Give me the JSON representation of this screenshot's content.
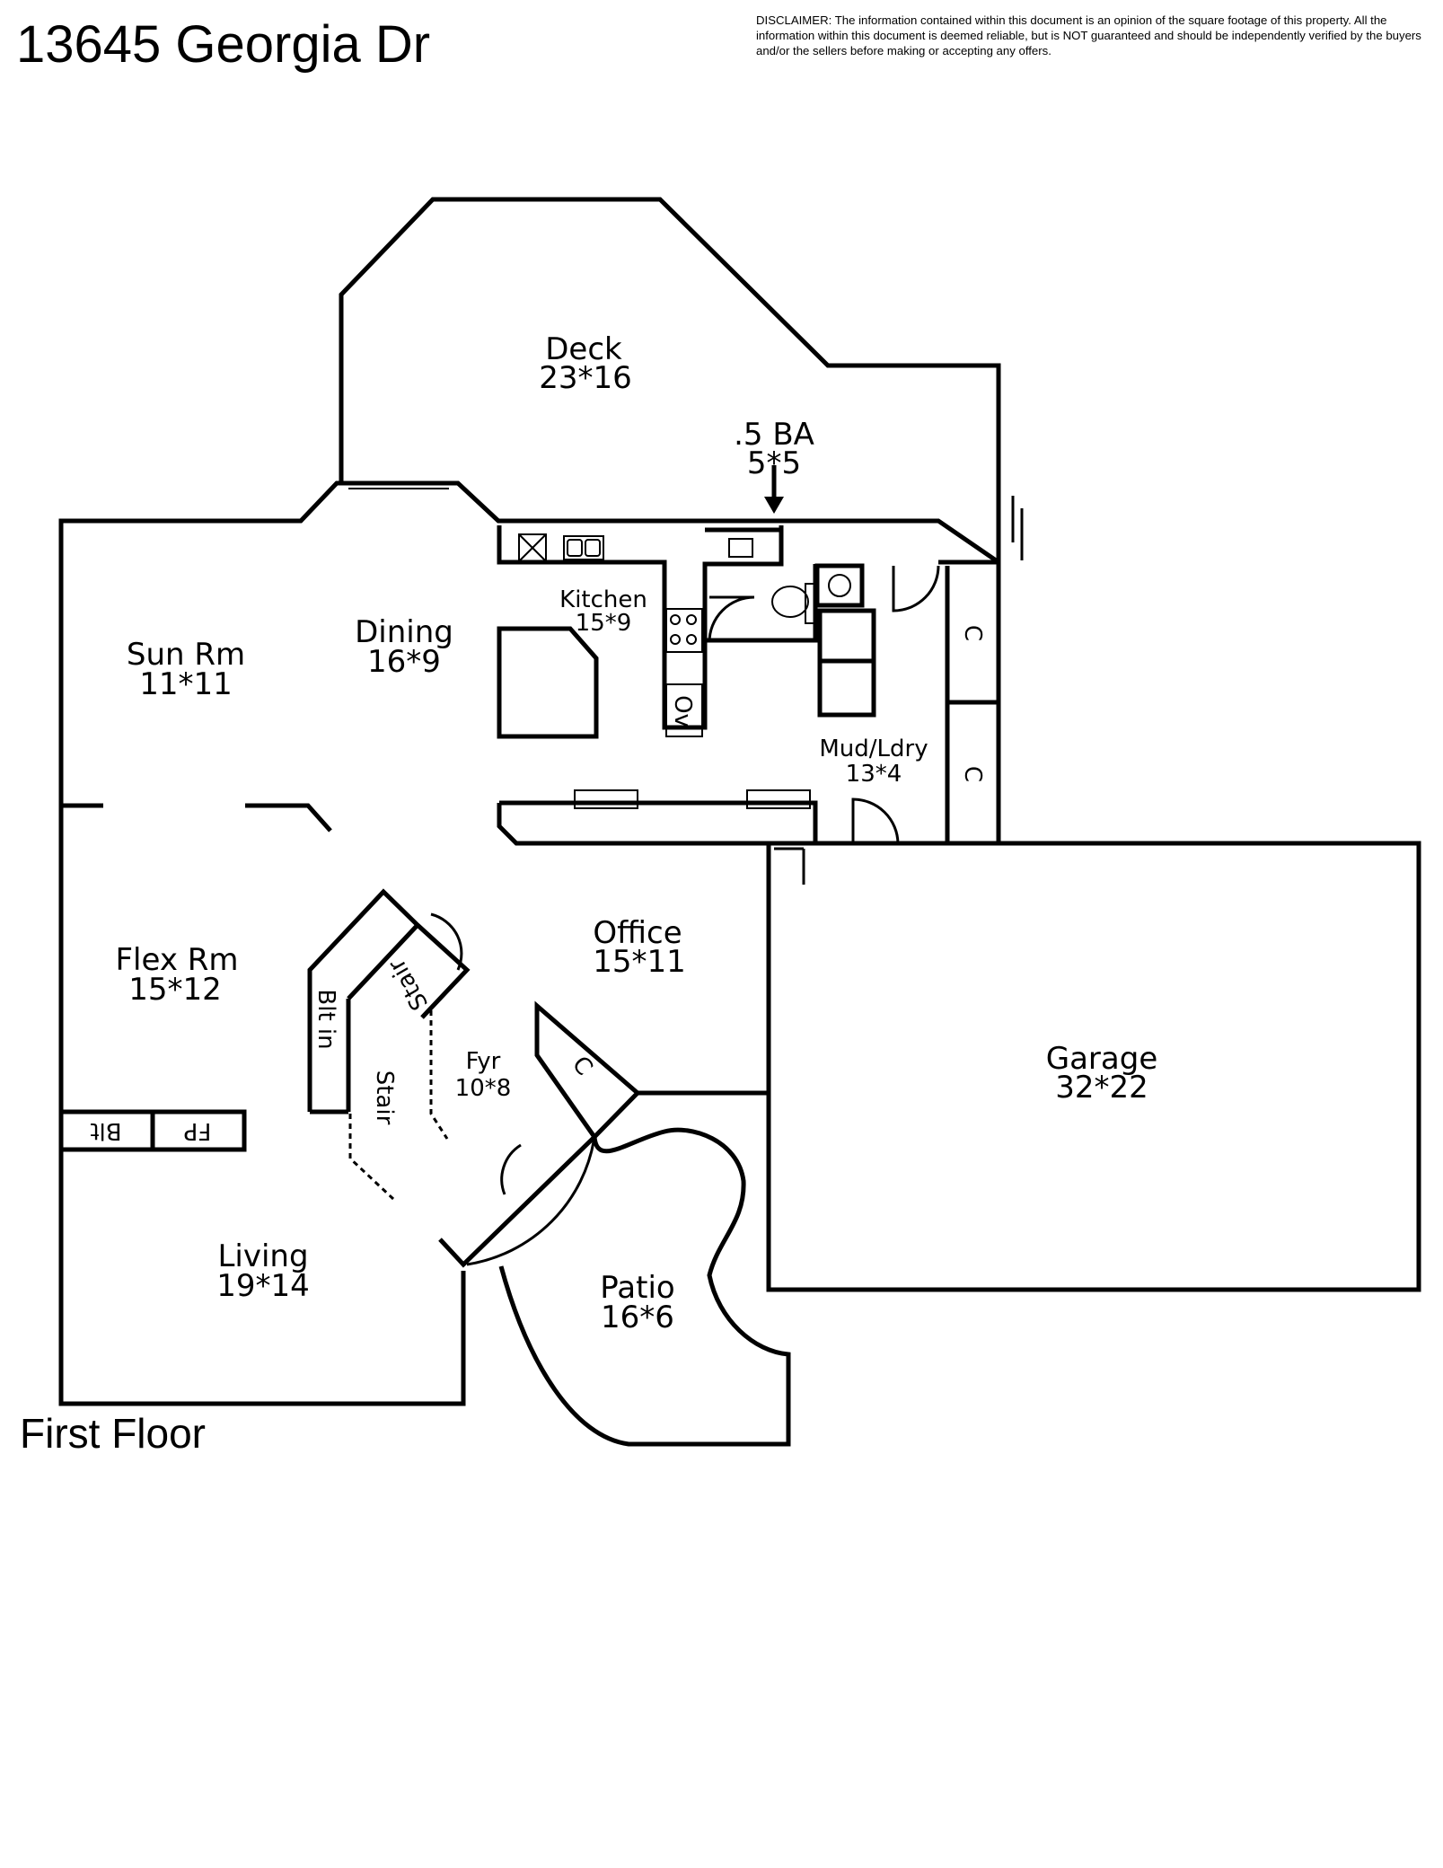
{
  "header": {
    "title": "13645 Georgia Dr",
    "disclaimer": "DISCLAIMER: The information contained within this document is an opinion of the square footage of this property. All the information within this document is deemed reliable, but is NOT guaranteed and should be independently verified by the buyers and/or the sellers before making or accepting any offers."
  },
  "floor_label": "First Floor",
  "rooms": {
    "deck": {
      "name": "Deck",
      "dims": "23*16"
    },
    "half_bath": {
      "name": ".5 BA",
      "dims": "5*5"
    },
    "kitchen": {
      "name": "Kitchen",
      "dims": "15*9"
    },
    "dining": {
      "name": "Dining",
      "dims": "16*9"
    },
    "sun_room": {
      "name": "Sun Rm",
      "dims": "11*11"
    },
    "mud_laundry": {
      "name": "Mud/Ldry",
      "dims": "13*4"
    },
    "flex_room": {
      "name": "Flex Rm",
      "dims": "15*12"
    },
    "office": {
      "name": "Office",
      "dims": "15*11"
    },
    "foyer": {
      "name": "Fyr",
      "dims": "10*8"
    },
    "garage": {
      "name": "Garage",
      "dims": "32*22"
    },
    "living": {
      "name": "Living",
      "dims": "19*14"
    },
    "patio": {
      "name": "Patio",
      "dims": "16*6"
    }
  },
  "fixtures": {
    "oven": "Ov",
    "closet_1": "C",
    "closet_2": "C",
    "closet_foyer": "C",
    "stair_upper": "Stair",
    "stair_lower": "Stair",
    "built_in_stair": "Blt in",
    "built_in_fp": "Blt",
    "fireplace": "FP"
  }
}
